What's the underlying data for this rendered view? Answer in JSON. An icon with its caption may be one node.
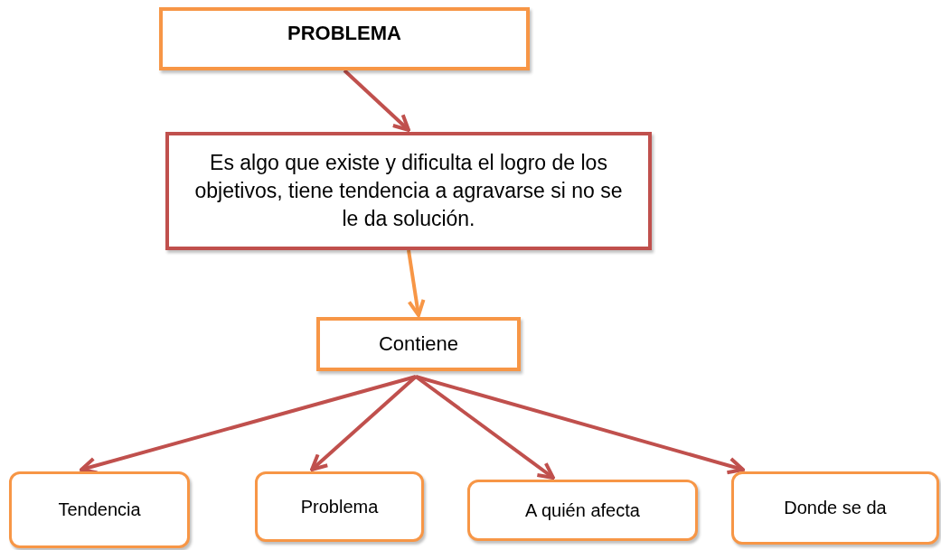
{
  "diagram": {
    "nodes": [
      {
        "text": [
          "PROBLEMA"
        ]
      },
      {
        "text": [
          "Es algo que existe y dificulta el logro de los objetivos, tiene tendencia a agravarse si no se le da solución."
        ]
      },
      {
        "text": [
          "Contiene"
        ]
      },
      {
        "text": [
          "Tendencia"
        ]
      },
      {
        "text": [
          "Problema"
        ]
      },
      {
        "text": [
          "A quién afecta"
        ]
      },
      {
        "text": [
          "Donde se da"
        ]
      }
    ],
    "edges": [
      {
        "from": 0,
        "to": 1,
        "arrow": "to"
      },
      {
        "from": 1,
        "to": 2,
        "arrow": "to",
        "color": "#f79646"
      },
      {
        "from": 2,
        "to": 3,
        "arrow": "to"
      },
      {
        "from": 2,
        "to": 4,
        "arrow": "to"
      },
      {
        "from": 2,
        "to": 5,
        "arrow": "to"
      },
      {
        "from": 2,
        "to": 6,
        "arrow": "to"
      }
    ]
  }
}
